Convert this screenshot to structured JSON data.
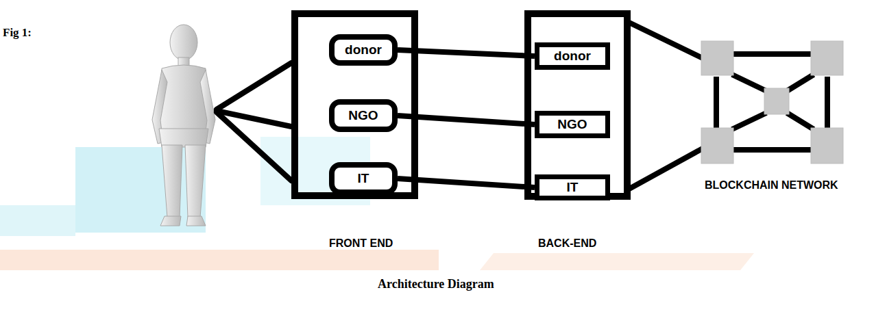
{
  "diagram": {
    "caption": "Architecture Diagram",
    "nodes": [
      {
        "text": [
          "FRONT END"
        ]
      },
      {
        "text": [
          "donor"
        ],
        "in": 0
      },
      {
        "text": [
          "NGO"
        ],
        "in": 0
      },
      {
        "text": [
          "IT"
        ],
        "in": 0
      },
      {
        "text": [
          "BACK-END"
        ]
      },
      {
        "text": [
          "donor"
        ],
        "in": 4
      },
      {
        "text": [
          "NGO"
        ],
        "in": 4
      },
      {
        "text": [
          "IT"
        ],
        "in": 4
      },
      {
        "text": [
          "BLOCKCHAIN NETWORK"
        ]
      }
    ],
    "edges": [
      {
        "from": 1,
        "to": 5,
        "arrow": "none"
      },
      {
        "from": 2,
        "to": 6,
        "arrow": "none"
      },
      {
        "from": 3,
        "to": 7,
        "arrow": "none"
      },
      {
        "from": 4,
        "to": 8,
        "arrow": "none"
      },
      {
        "from": 4,
        "to": 8,
        "arrow": "none"
      }
    ],
    "labels": [
      "Fig 1:"
    ]
  }
}
